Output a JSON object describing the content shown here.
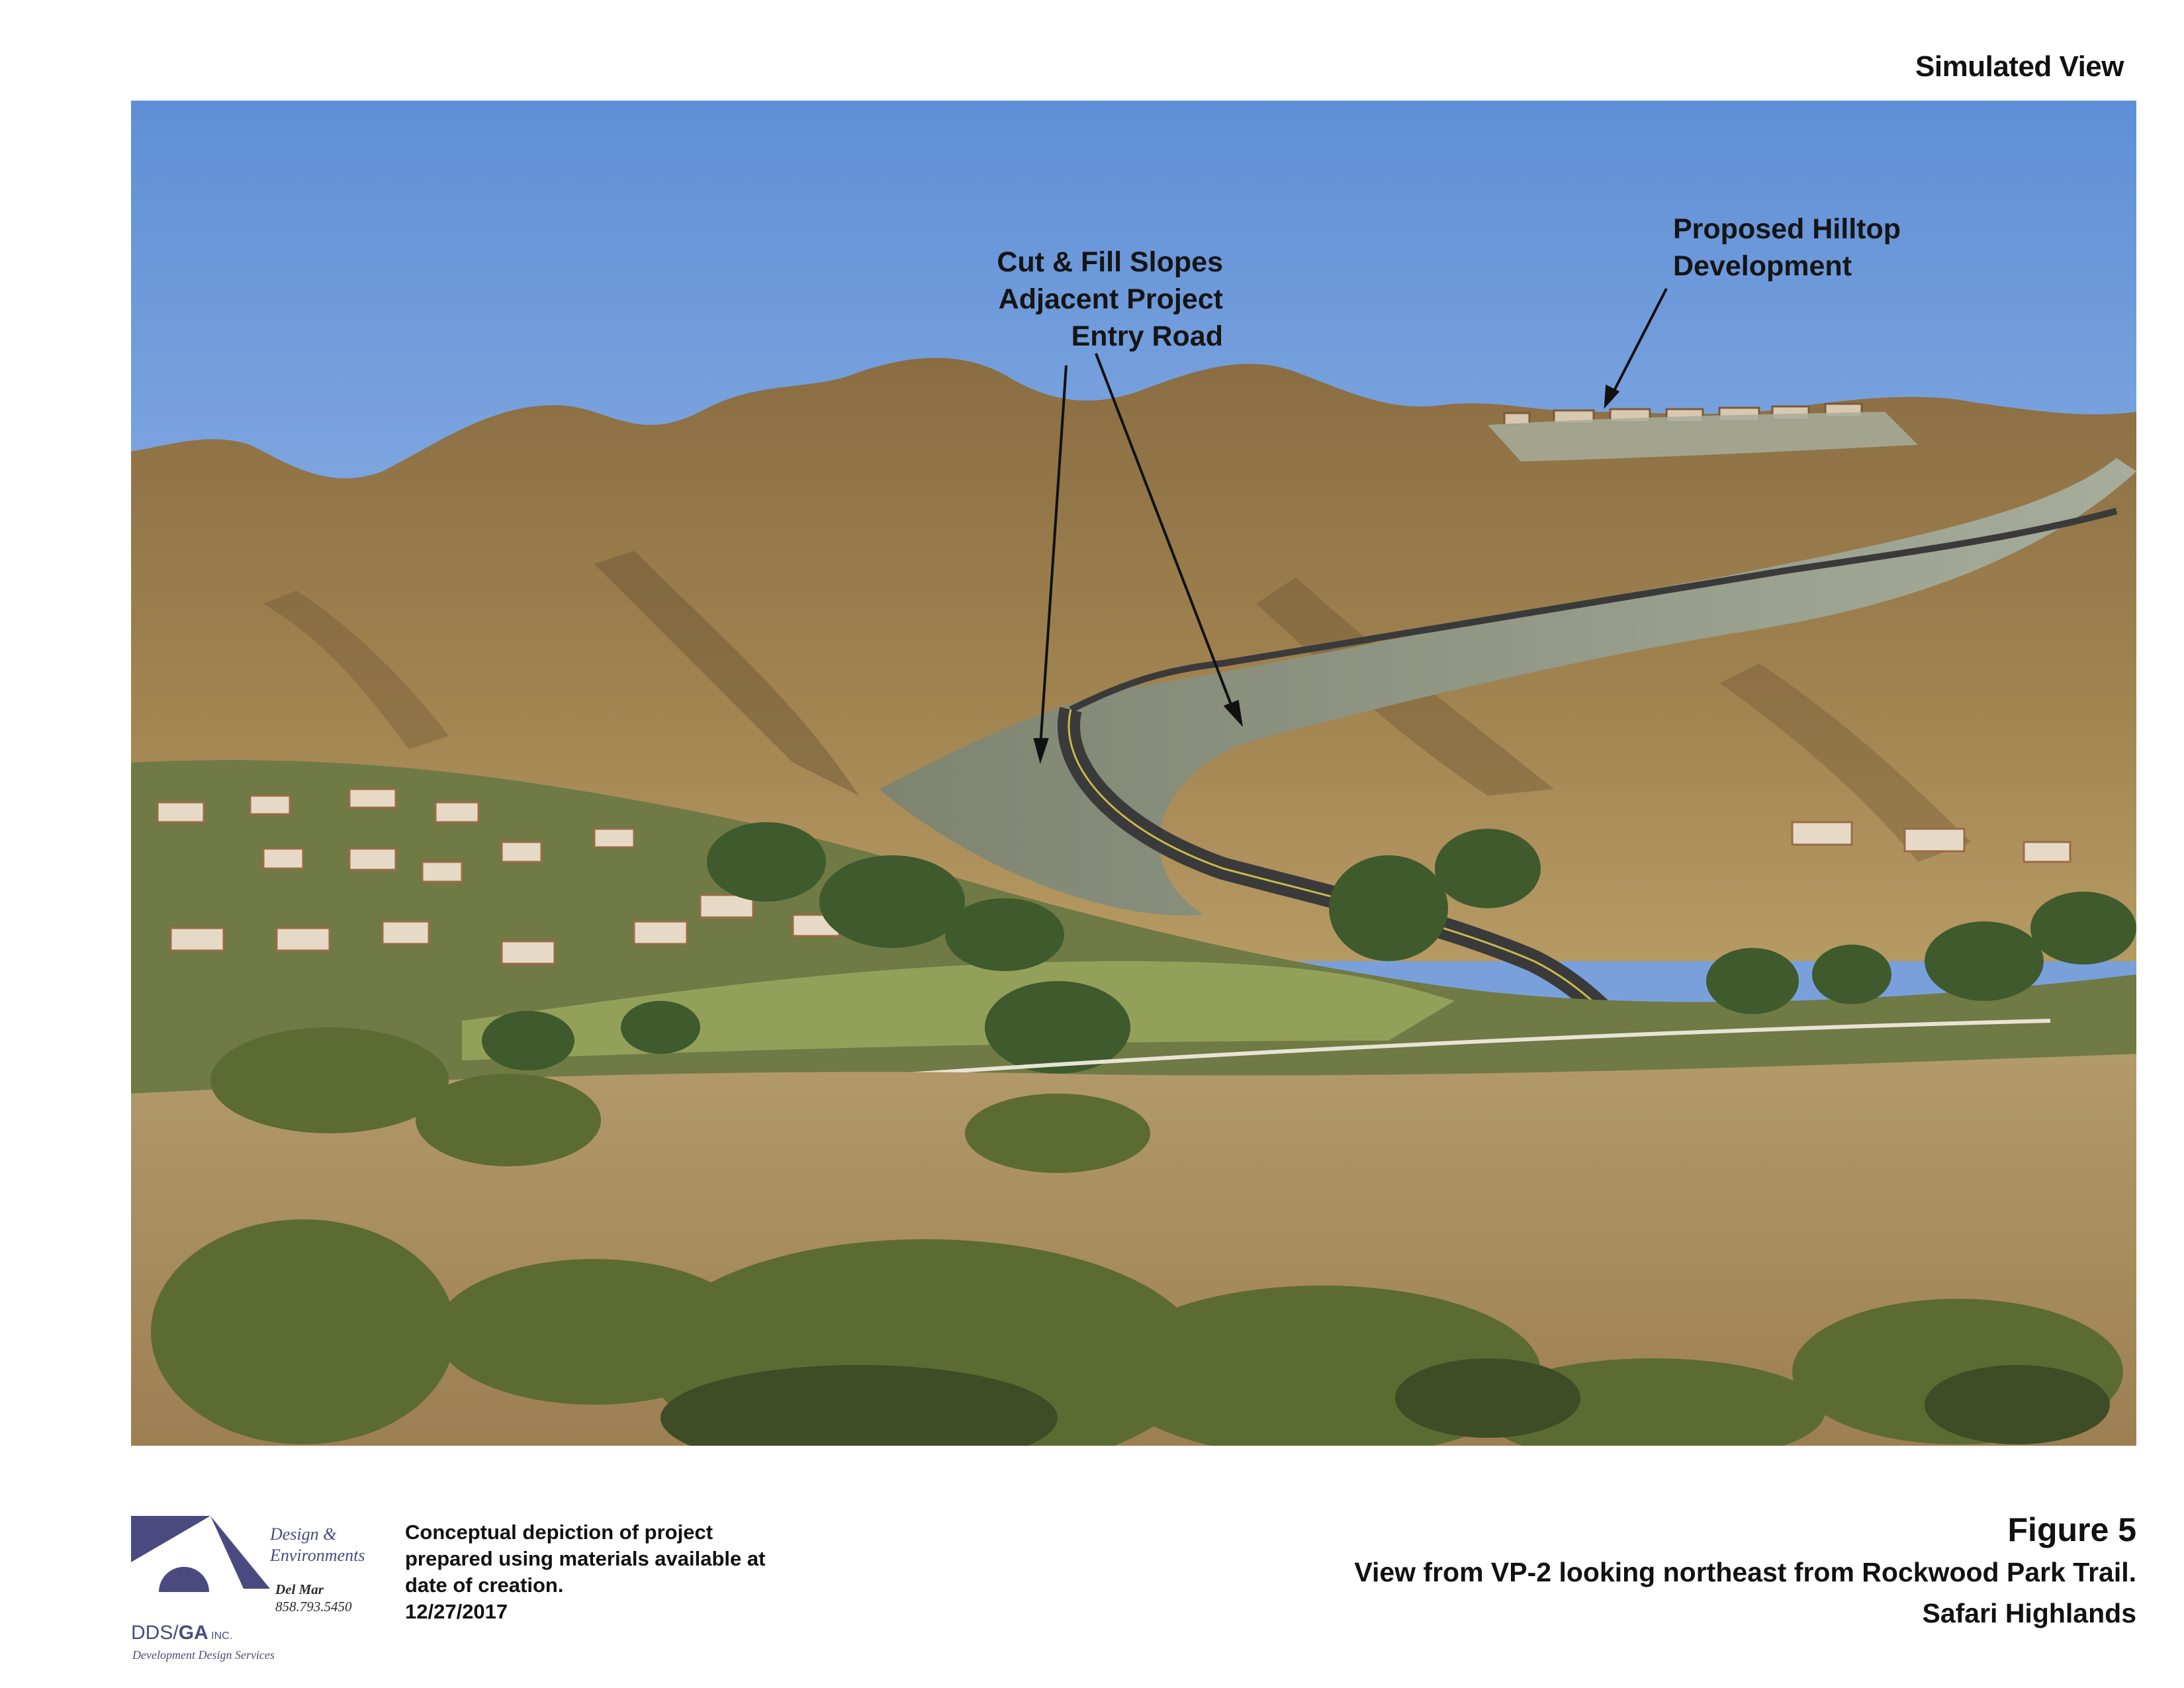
{
  "header": {
    "view_label": "Simulated View"
  },
  "photo": {
    "callouts": {
      "cut_fill_lines": [
        "Cut & Fill Slopes",
        "Adjacent Project",
        "Entry Road"
      ],
      "hilltop_lines": [
        "Proposed Hilltop",
        "Development"
      ]
    },
    "colors": {
      "sky_top": "#5e8fd6",
      "sky_bottom": "#8eb1e4",
      "mountain": "#9c7e4e",
      "mountain_shadow": "#6b5432",
      "graded_slope": "#8f9682",
      "road": "#3a3a3a",
      "field": "#b59a6c",
      "shrub": "#5c6b32",
      "tree": "#3f5a2c"
    }
  },
  "footer": {
    "logo": {
      "design_line1": "Design &",
      "design_line2": "Environments",
      "office_name": "Del Mar",
      "office_phone": "858.793.5450",
      "company_dds": "DDS/",
      "company_ga": "GA",
      "company_inc": " INC.",
      "tagline": "Development Design Services"
    },
    "disclaimer": {
      "line1": "Conceptual depiction of project",
      "line2": "prepared using materials available at",
      "line3": "date of creation.",
      "line4": "12/27/2017"
    },
    "figure": {
      "number": "Figure 5",
      "caption": "View from VP-2 looking northeast from Rockwood Park Trail.",
      "project": "Safari Highlands"
    }
  }
}
